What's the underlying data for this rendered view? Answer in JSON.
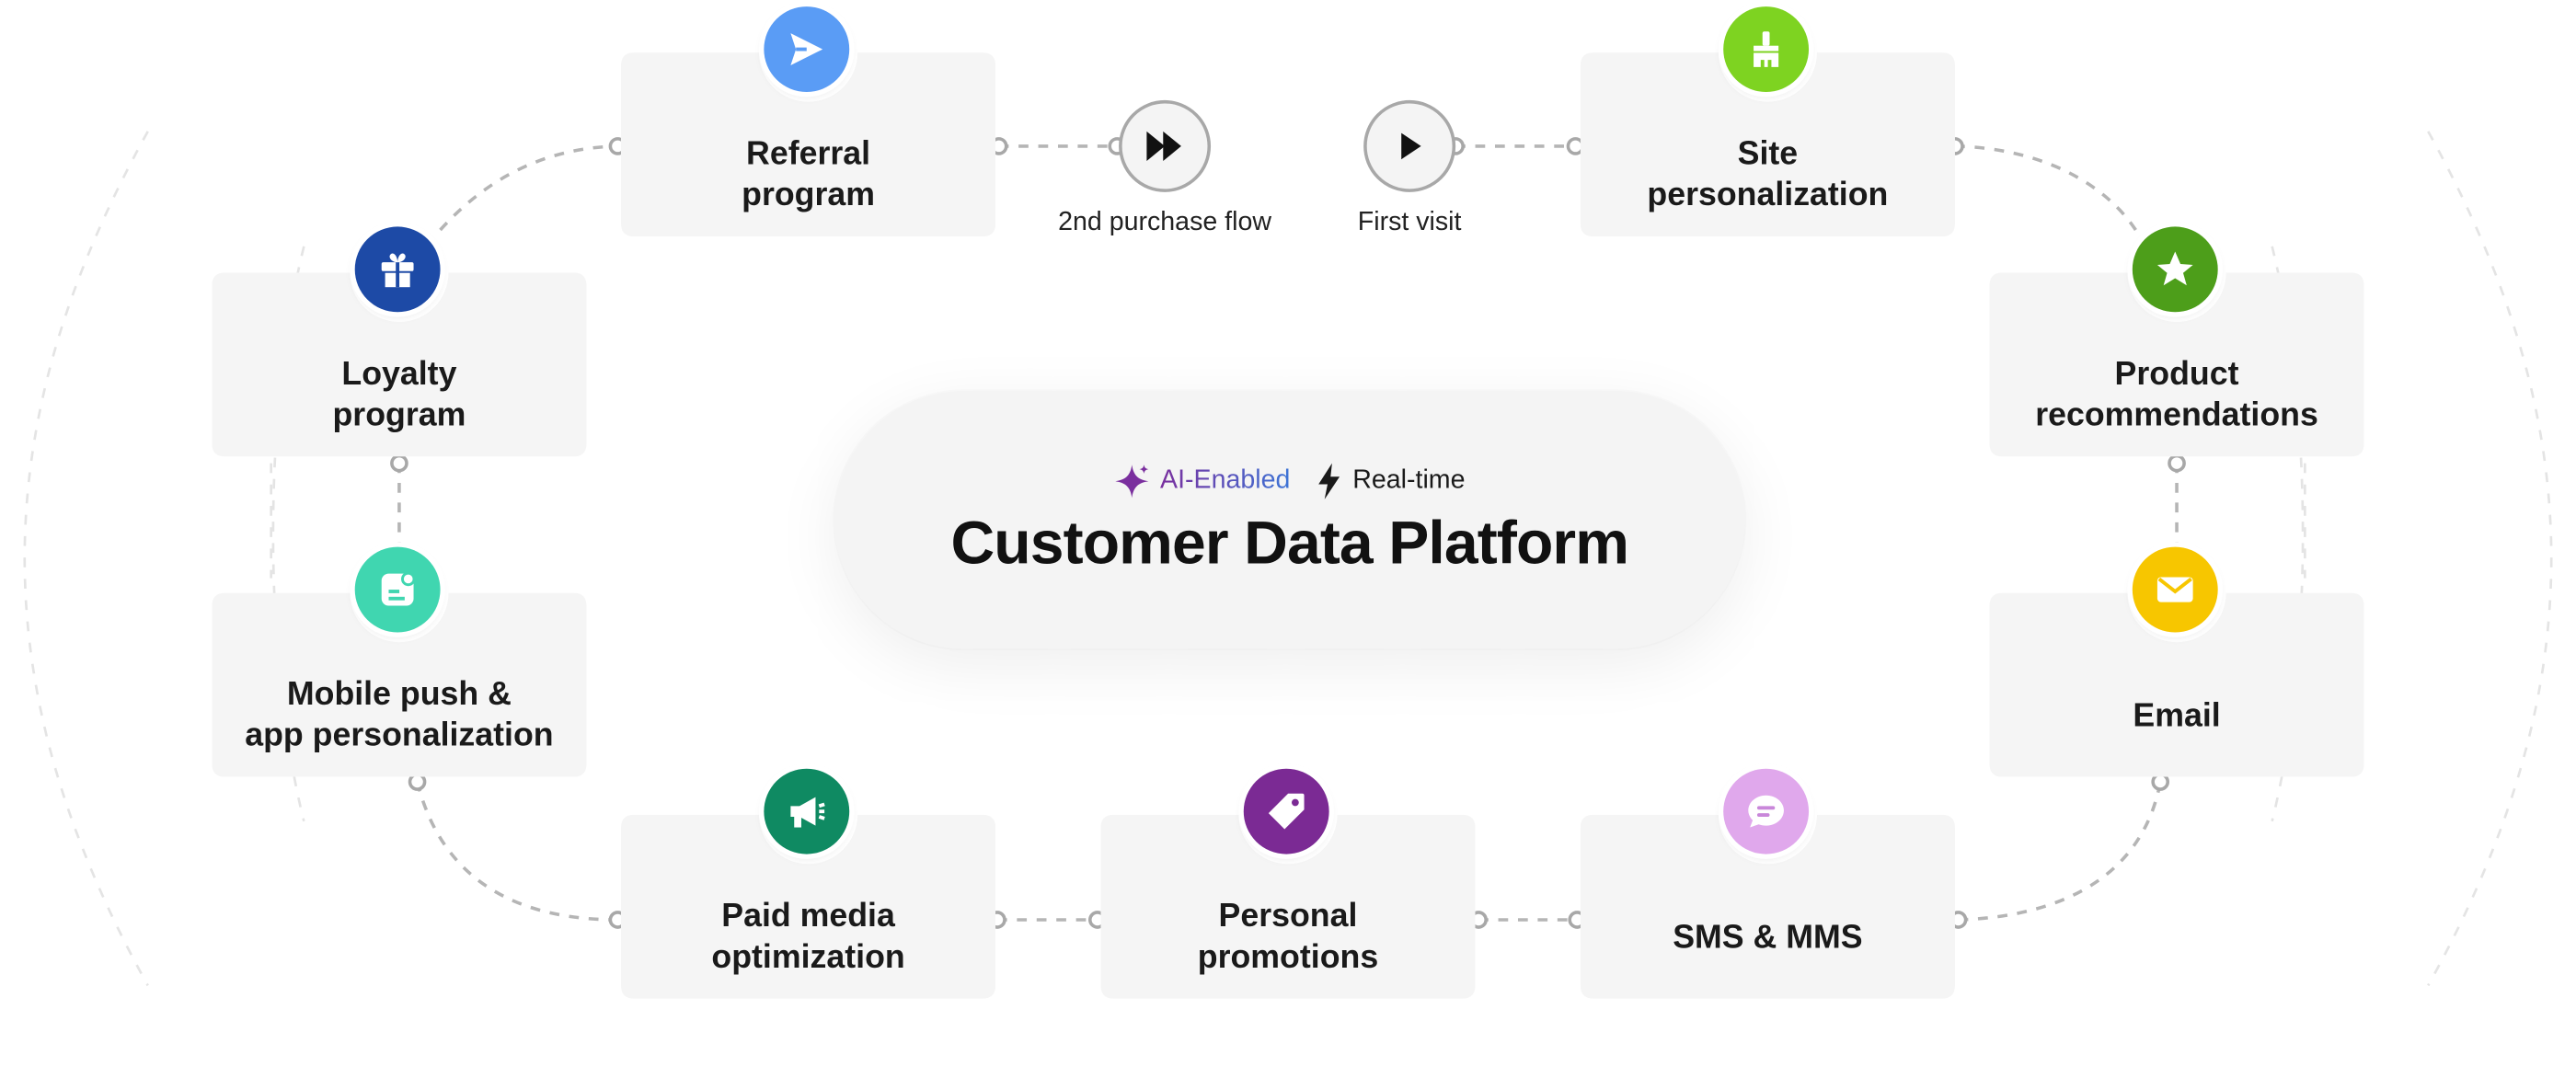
{
  "center": {
    "tag_ai": "AI-Enabled",
    "tag_realtime": "Real-time",
    "title": "Customer Data Platform"
  },
  "cards": [
    {
      "id": "referral",
      "label": "Referral\nprogram",
      "icon": "send-icon",
      "icon_color": "#5a9cf5"
    },
    {
      "id": "site",
      "label": "Site\npersonalization",
      "icon": "brush-icon",
      "icon_color": "#7ed321"
    },
    {
      "id": "loyalty",
      "label": "Loyalty\nprogram",
      "icon": "gift-icon",
      "icon_color": "#1d4aa6"
    },
    {
      "id": "product",
      "label": "Product\nrecommendations",
      "icon": "star-icon",
      "icon_color": "#4d9e1a"
    },
    {
      "id": "mobile",
      "label": "Mobile push &\napp personalization",
      "icon": "mobile-icon",
      "icon_color": "#40d6b0"
    },
    {
      "id": "email",
      "label": "Email",
      "icon": "mail-icon",
      "icon_color": "#f7c600"
    },
    {
      "id": "paid",
      "label": "Paid media\noptimization",
      "icon": "megaphone-icon",
      "icon_color": "#0f8a62"
    },
    {
      "id": "promotions",
      "label": "Personal\npromotions",
      "icon": "tag-icon",
      "icon_color": "#7b2a94"
    },
    {
      "id": "sms",
      "label": "SMS & MMS",
      "icon": "chat-icon",
      "icon_color": "#e0a8ec"
    }
  ],
  "flows": [
    {
      "id": "second-purchase",
      "label": "2nd purchase flow",
      "icon": "fast-forward-icon"
    },
    {
      "id": "first-visit",
      "label": "First visit",
      "icon": "play-icon"
    }
  ],
  "colors": {
    "card_bg": "#f5f5f5",
    "connector": "#b5b5b5",
    "ai_gradient_start": "#7a2f9e",
    "ai_gradient_end": "#3d74d6"
  }
}
